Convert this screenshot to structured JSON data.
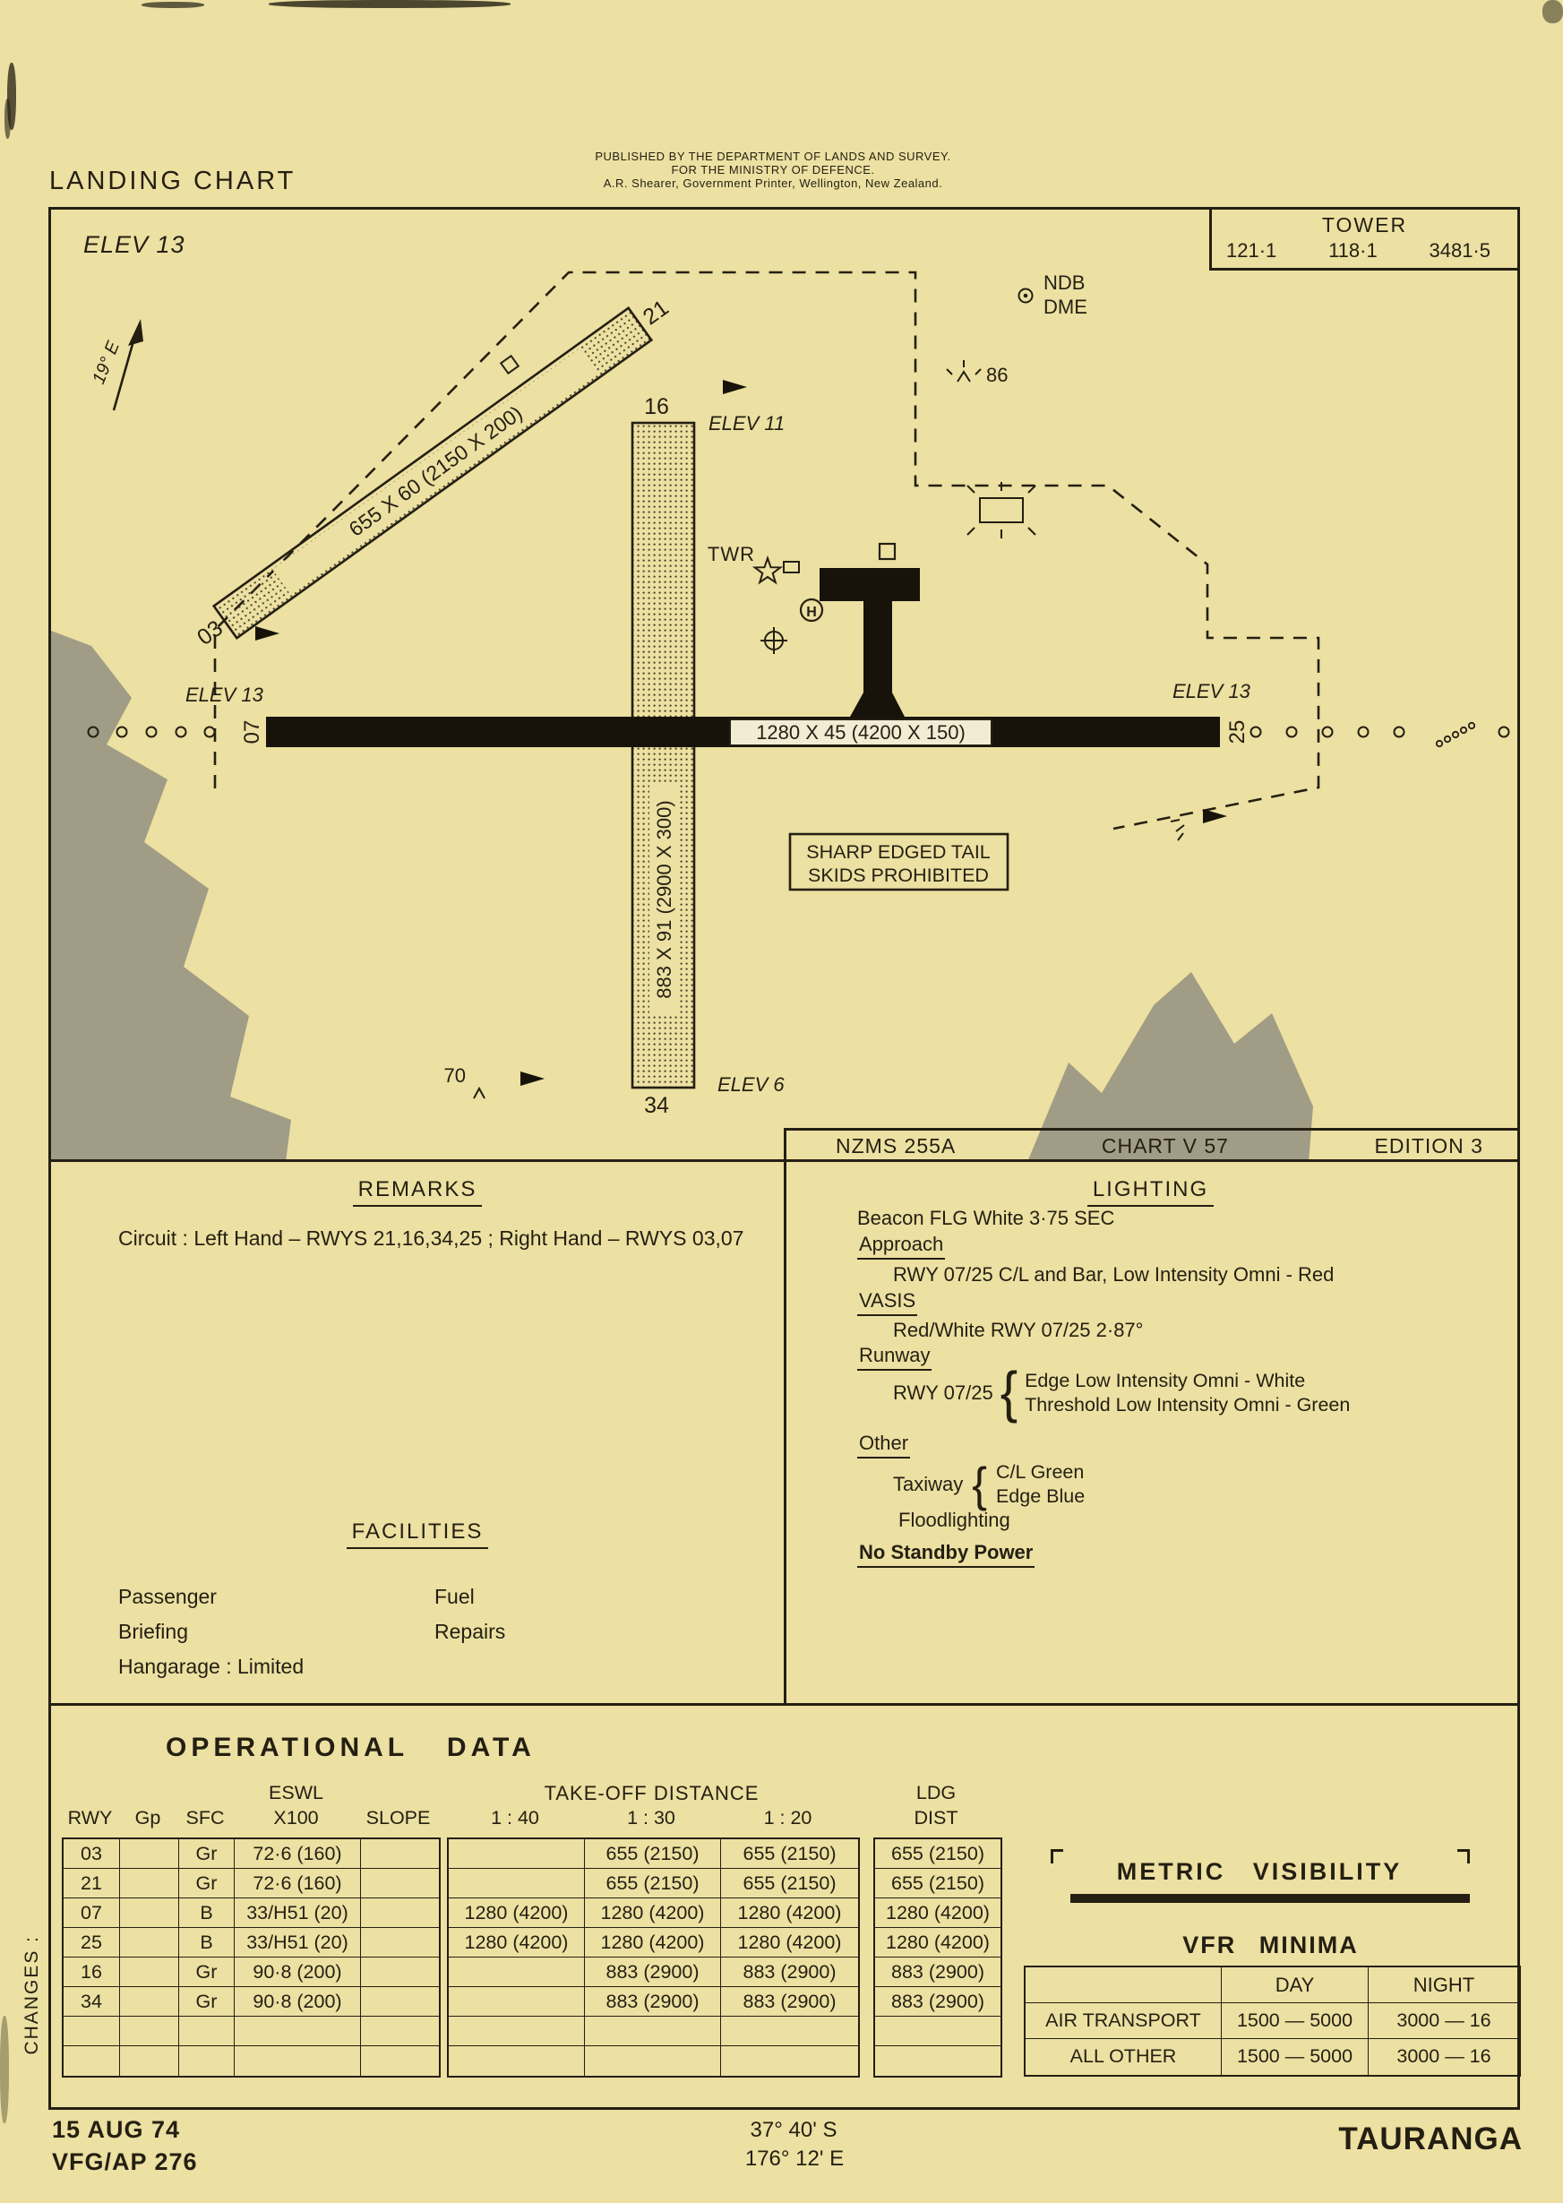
{
  "header": {
    "title": "LANDING CHART",
    "publisher_lines": [
      "PUBLISHED  BY  THE  DEPARTMENT  OF  LANDS  AND  SURVEY.",
      "FOR  THE  MINISTRY  OF  DEFENCE.",
      "A.R. Shearer,  Government  Printer,  Wellington,  New  Zealand."
    ]
  },
  "tower": {
    "label": "TOWER",
    "freq1": "121·1",
    "freq2": "118·1",
    "freq3": "3481·5"
  },
  "map": {
    "elev_main": "ELEV 13",
    "variation": "19° E",
    "ndb_line1": "NDB",
    "ndb_line2": "DME",
    "spot_86": "86",
    "spot_70": "70",
    "twr_label": "TWR",
    "helipad_letter": "H",
    "rwy_diagonal": {
      "label": "655 X 60 (2150 X 200)",
      "end_sw": "03",
      "end_ne": "21"
    },
    "rwy_vertical": {
      "label": "883 X 91 (2900 X 300)",
      "end_n": "16",
      "end_s": "34",
      "elev_n": "ELEV 11",
      "elev_s": "ELEV 6"
    },
    "rwy_horizontal": {
      "label": "1280 X 45 (4200 X 150)",
      "end_w": "07",
      "end_e": "25",
      "elev_w": "ELEV 13",
      "elev_e": "ELEV 13"
    },
    "warning_line1": "SHARP EDGED TAIL",
    "warning_line2": "SKIDS PROHIBITED"
  },
  "strip": {
    "series": "NZMS 255A",
    "chart": "CHART V 57",
    "edition": "EDITION 3"
  },
  "remarks": {
    "heading": "REMARKS",
    "circuit": "Circuit : Left Hand – RWYS 21,16,34,25 ;   Right Hand – RWYS 03,07"
  },
  "facilities": {
    "heading": "FACILITIES",
    "left": [
      "Passenger",
      "Briefing",
      "Hangarage : Limited"
    ],
    "right": [
      "Fuel",
      "Repairs"
    ]
  },
  "lighting": {
    "heading": "LIGHTING",
    "beacon": "Beacon FLG White 3·75 SEC",
    "approach_label": "Approach",
    "approach_text": "RWY 07/25 C/L and Bar, Low Intensity Omni - Red",
    "vasis_label": "VASIS",
    "vasis_text": "Red/White RWY 07/25  2·87°",
    "runway_label": "Runway",
    "runway_prefix": "RWY 07/25",
    "runway_line1": "Edge Low Intensity Omni - White",
    "runway_line2": "Threshold Low Intensity Omni - Green",
    "other_label": "Other",
    "taxiway_label": "Taxiway",
    "taxiway_line1": "C/L Green",
    "taxiway_line2": "Edge Blue",
    "floodlighting": "Floodlighting",
    "standby": "No Standby Power"
  },
  "operational": {
    "title": "OPERATIONAL DATA",
    "headers": {
      "rwy": "RWY",
      "gp": "Gp",
      "sfc": "SFC",
      "eswl_top": "ESWL",
      "eswl_bottom": "X100",
      "slope": "SLOPE",
      "takeoff": "TAKE-OFF DISTANCE",
      "r40": "1 : 40",
      "r30": "1 : 30",
      "r20": "1 : 20",
      "ldg_top": "LDG",
      "ldg_bottom": "DIST"
    },
    "rows": [
      {
        "rwy": "03",
        "gp": "",
        "sfc": "Gr",
        "eswl": "72·6 (160)",
        "slope": "",
        "d40": "",
        "d30": "655 (2150)",
        "d20": "655 (2150)",
        "ldg": "655 (2150)"
      },
      {
        "rwy": "21",
        "gp": "",
        "sfc": "Gr",
        "eswl": "72·6 (160)",
        "slope": "",
        "d40": "",
        "d30": "655 (2150)",
        "d20": "655 (2150)",
        "ldg": "655 (2150)"
      },
      {
        "rwy": "07",
        "gp": "",
        "sfc": "B",
        "eswl": "33/H51 (20)",
        "slope": "",
        "d40": "1280 (4200)",
        "d30": "1280 (4200)",
        "d20": "1280 (4200)",
        "ldg": "1280 (4200)"
      },
      {
        "rwy": "25",
        "gp": "",
        "sfc": "B",
        "eswl": "33/H51 (20)",
        "slope": "",
        "d40": "1280 (4200)",
        "d30": "1280 (4200)",
        "d20": "1280 (4200)",
        "ldg": "1280 (4200)"
      },
      {
        "rwy": "16",
        "gp": "",
        "sfc": "Gr",
        "eswl": "90·8 (200)",
        "slope": "",
        "d40": "",
        "d30": "883 (2900)",
        "d20": "883 (2900)",
        "ldg": "883 (2900)"
      },
      {
        "rwy": "34",
        "gp": "",
        "sfc": "Gr",
        "eswl": "90·8 (200)",
        "slope": "",
        "d40": "",
        "d30": "883 (2900)",
        "d20": "883 (2900)",
        "ldg": "883 (2900)"
      }
    ]
  },
  "visibility": {
    "metric_title": "METRIC VISIBILITY",
    "vfr_title": "VFR MINIMA",
    "day": "DAY",
    "night": "NIGHT",
    "rows": [
      {
        "label": "AIR TRANSPORT",
        "day": "1500 — 5000",
        "night": "3000 — 16"
      },
      {
        "label": "ALL OTHER",
        "day": "1500 — 5000",
        "night": "3000 — 16"
      }
    ]
  },
  "footer": {
    "changes": "CHANGES :",
    "date": "15 AUG 74",
    "ref": "VFG/AP 276",
    "lat": "37° 40' S",
    "lon": "176° 12' E",
    "airport": "TAURANGA"
  }
}
